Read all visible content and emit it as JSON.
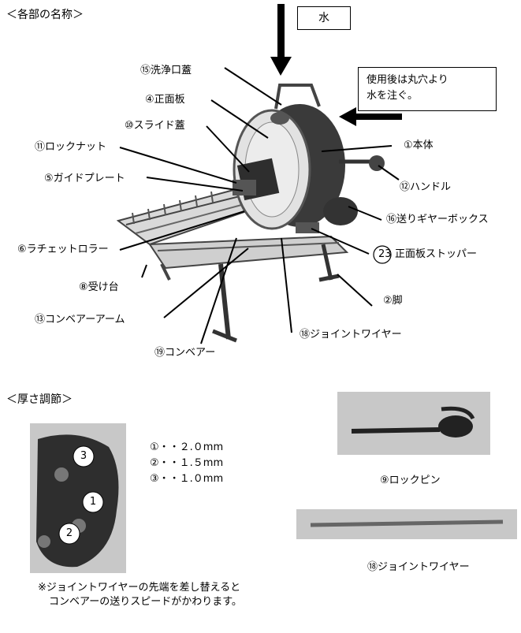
{
  "sections": {
    "parts_header": "＜各部の名称＞",
    "thickness_header": "＜厚さ調節＞"
  },
  "water_box": "水",
  "info_box": [
    "使用後は丸穴より",
    "水を注ぐ。"
  ],
  "parts": {
    "p15": "⑮洗浄口蓋",
    "p4": "④正面板",
    "p10": "⑩スライド蓋",
    "p11": "⑪ロックナット",
    "p5": "⑤ガイドプレート",
    "p6": "⑥ラチェットロラー",
    "p8": "⑧受け台",
    "p13": "⑬コンベアーアーム",
    "p19": "⑲コンベアー",
    "p18": "⑱ジョイントワイヤー",
    "p2": "②脚",
    "p23": "正面板ストッパー",
    "p23_num": "23",
    "p16": "⑯送りギヤーボックス",
    "p12": "⑫ハンドル",
    "p1": "①本体"
  },
  "thickness": {
    "items": [
      "①・・２.０mm",
      "②・・１.５mm",
      "③・・１.０mm"
    ],
    "dial_labels": [
      "3",
      "1",
      "2"
    ],
    "note": [
      "※ジョイントワイヤーの先端を差し替えると",
      "コンベアーの送りスピードがかわります。"
    ]
  },
  "accessories": {
    "lockpin": "⑨ロックピン",
    "wire": "⑱ジョイントワイヤー"
  },
  "colors": {
    "ink": "#000000",
    "photo_gray": "#c8c8c8",
    "dark_metal": "#3a3a3a"
  }
}
